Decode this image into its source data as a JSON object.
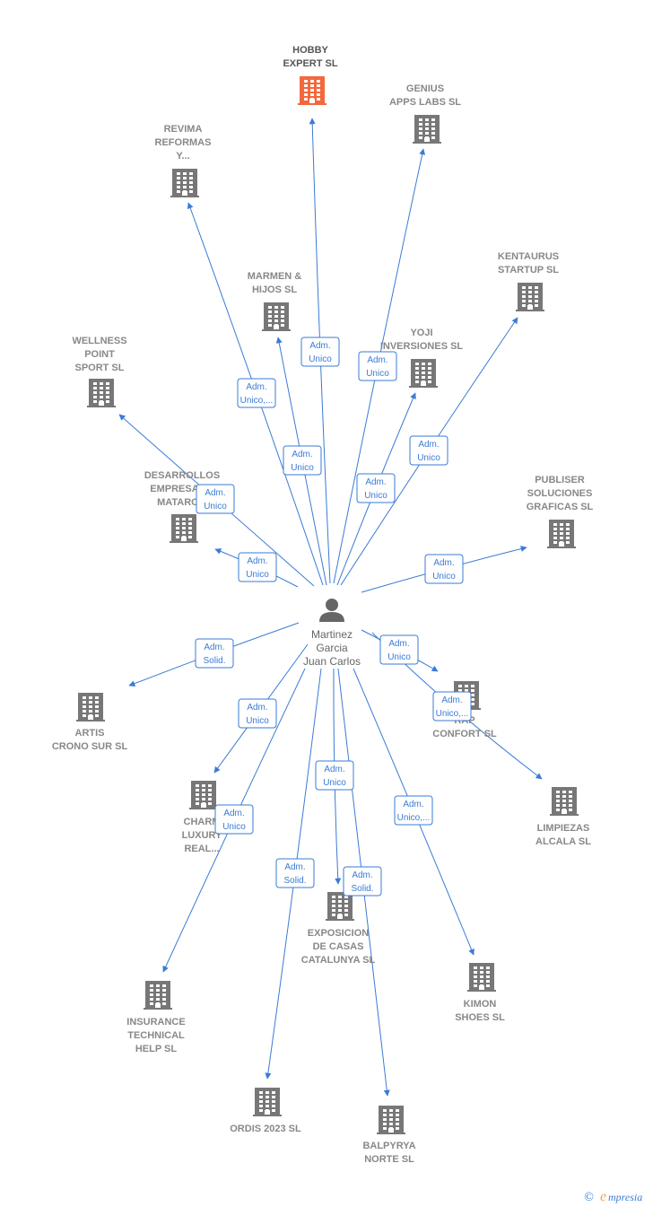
{
  "colors": {
    "edge": "#3a7bd5",
    "company": "#777777",
    "company_highlight": "#f2683c",
    "person": "#666666",
    "text": "#888888"
  },
  "person": {
    "name_lines": [
      "Martinez",
      "Garcia",
      "Juan Carlos"
    ],
    "icon": "person-icon"
  },
  "companies": [
    {
      "id": "hobby-expert",
      "lines": [
        "HOBBY",
        "EXPERT  SL"
      ],
      "highlight": true
    },
    {
      "id": "genius-apps-labs",
      "lines": [
        "GENIUS",
        "APPS LABS  SL"
      ]
    },
    {
      "id": "revima-reformas",
      "lines": [
        "REVIMA",
        "REFORMAS",
        "Y..."
      ]
    },
    {
      "id": "kentaurus-startup",
      "lines": [
        "KENTAURUS",
        "STARTUP  SL"
      ]
    },
    {
      "id": "marmen-hijos",
      "lines": [
        "MARMEN &",
        "HIJOS  SL"
      ]
    },
    {
      "id": "yoji-inversiones",
      "lines": [
        "YOJI",
        "INVERSIONES SL"
      ]
    },
    {
      "id": "wellness-point-sport",
      "lines": [
        "WELLNESS",
        "POINT",
        "SPORT  SL"
      ]
    },
    {
      "id": "desarrollos-empresariales-mataro",
      "lines": [
        "DESARROLLOS",
        "EMPRESAR...",
        "MATARO..."
      ]
    },
    {
      "id": "publiser-soluciones-graficas",
      "lines": [
        "PUBLISER",
        "SOLUCIONES",
        "GRAFICAS SL"
      ]
    },
    {
      "id": "artis-crono-sur",
      "lines": [
        "ARTIS",
        "CRONO SUR SL"
      ]
    },
    {
      "id": "rap-confort",
      "lines": [
        "RAP",
        "CONFORT SL"
      ]
    },
    {
      "id": "limpiezas-alcala",
      "lines": [
        "LIMPIEZAS",
        "ALCALA SL"
      ]
    },
    {
      "id": "charm-luxury-real",
      "lines": [
        "CHARM",
        "LUXURY",
        "REAL..."
      ]
    },
    {
      "id": "exposicion-de-casas-catalunya",
      "lines": [
        "EXPOSICION",
        "DE CASAS",
        "CATALUNYA  SL"
      ]
    },
    {
      "id": "kimon-shoes",
      "lines": [
        "KIMON",
        "SHOES  SL"
      ]
    },
    {
      "id": "insurance-technical-help",
      "lines": [
        "INSURANCE",
        "TECHNICAL",
        "HELP  SL"
      ]
    },
    {
      "id": "ordis-2023",
      "lines": [
        "ORDIS 2023  SL"
      ]
    },
    {
      "id": "balpyrya-norte",
      "lines": [
        "BALPYRYA",
        "NORTE SL"
      ]
    }
  ],
  "edges": [
    {
      "to": "hobby-expert",
      "label": [
        "Adm.",
        "Unico"
      ]
    },
    {
      "to": "genius-apps-labs",
      "label": [
        "Adm.",
        "Unico"
      ]
    },
    {
      "to": "revima-reformas",
      "label": [
        "Adm.",
        "Unico,..."
      ]
    },
    {
      "to": "marmen-hijos",
      "label": [
        "Adm.",
        "Unico"
      ]
    },
    {
      "to": "kentaurus-startup",
      "label": [
        "Adm.",
        "Unico"
      ]
    },
    {
      "to": "yoji-inversiones",
      "label": [
        "Adm.",
        "Unico"
      ]
    },
    {
      "to": "wellness-point-sport",
      "label": [
        "Adm.",
        "Unico"
      ]
    },
    {
      "to": "desarrollos-empresariales-mataro",
      "label": [
        "Adm.",
        "Unico"
      ]
    },
    {
      "to": "publiser-soluciones-graficas",
      "label": [
        "Adm.",
        "Unico"
      ]
    },
    {
      "to": "artis-crono-sur",
      "label": [
        "Adm.",
        "Solid."
      ]
    },
    {
      "to": "rap-confort",
      "label": [
        "Adm.",
        "Unico"
      ]
    },
    {
      "to": "limpiezas-alcala",
      "label": [
        "Adm.",
        "Unico,..."
      ]
    },
    {
      "to": "charm-luxury-real",
      "label": [
        "Adm.",
        "Unico"
      ]
    },
    {
      "to": "insurance-technical-help",
      "label": [
        "Adm.",
        "Unico"
      ]
    },
    {
      "to": "exposicion-de-casas-catalunya",
      "label": [
        "Adm.",
        "Unico"
      ]
    },
    {
      "to": "ordis-2023",
      "label": [
        "Adm.",
        "Solid."
      ]
    },
    {
      "to": "balpyrya-norte",
      "label": [
        "Adm.",
        "Solid."
      ]
    },
    {
      "to": "kimon-shoes",
      "label": [
        "Adm.",
        "Unico,..."
      ]
    }
  ],
  "footer": {
    "copyright_symbol": "©",
    "brand_initial": "e",
    "brand_rest": "mpresia"
  }
}
